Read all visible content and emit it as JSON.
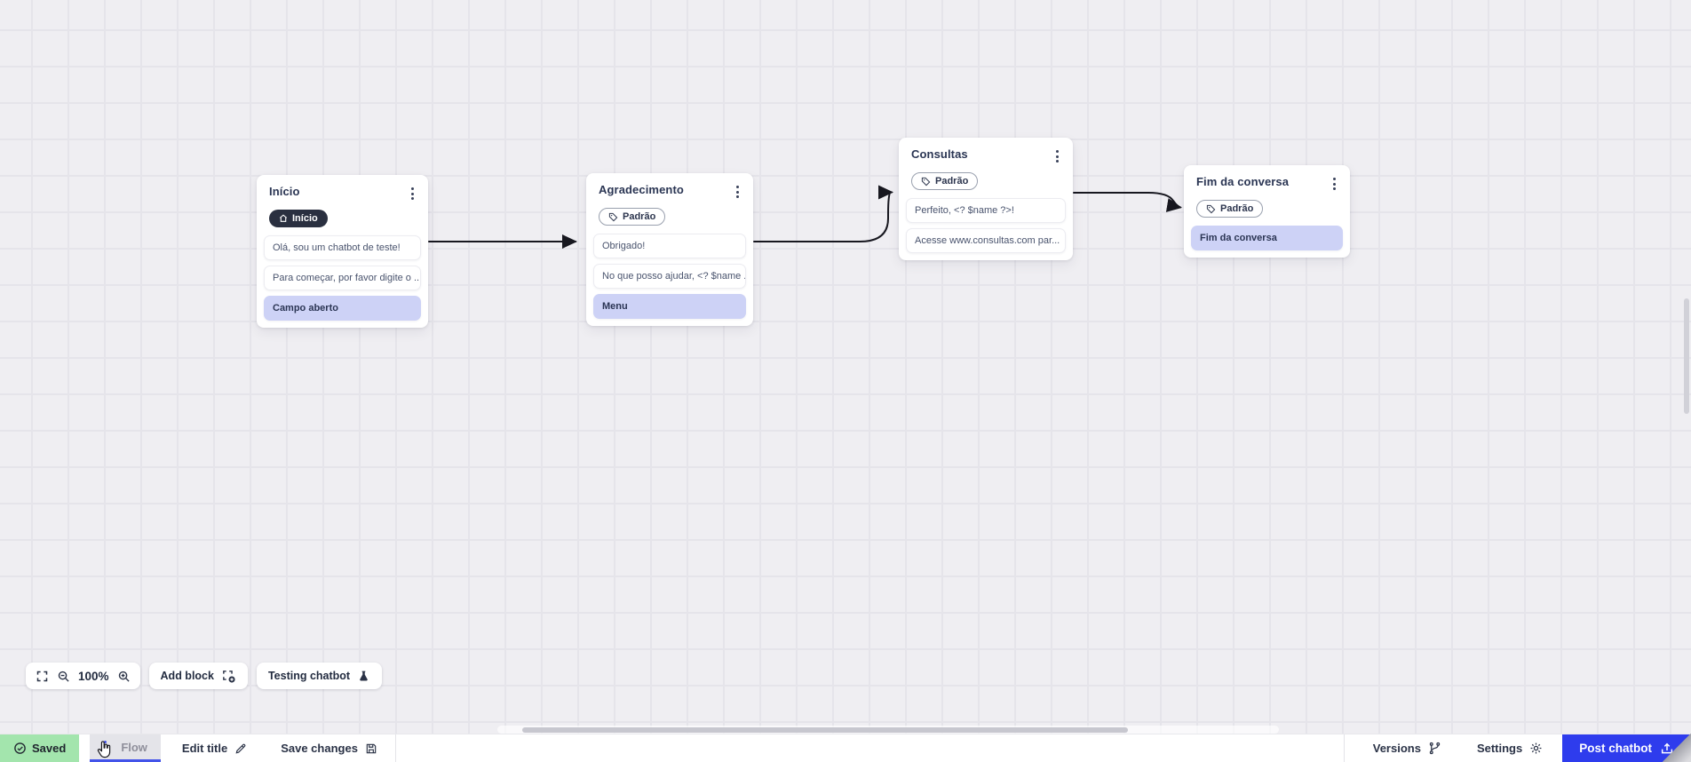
{
  "canvas": {
    "zoom_level": "100%",
    "add_block_label": "Add block",
    "testing_chatbot_label": "Testing chatbot"
  },
  "nodes": [
    {
      "title": "Início",
      "badge": "Início",
      "blocks": [
        "Olá, sou um chatbot de teste!",
        "Para começar, por favor digite o ...",
        "Campo aberto"
      ]
    },
    {
      "title": "Agradecimento",
      "badge": "Padrão",
      "blocks": [
        "Obrigado!",
        "No que posso ajudar, <? $name ...",
        "Menu"
      ]
    },
    {
      "title": "Consultas",
      "badge": "Padrão",
      "blocks": [
        "Perfeito, <? $name ?>!",
        "Acesse www.consultas.com par..."
      ]
    },
    {
      "title": "Fim da conversa",
      "badge": "Padrão",
      "blocks": [
        "Fim da conversa"
      ]
    }
  ],
  "statusbar": {
    "saved_label": "Saved",
    "flow_tab_label": "Flow",
    "edit_title_label": "Edit title",
    "save_changes_label": "Save changes",
    "versions_label": "Versions",
    "settings_label": "Settings",
    "post_chatbot_label": "Post chatbot"
  },
  "colors": {
    "accent_blue": "#4353e9",
    "post_button_blue": "#2e3ced",
    "saved_green": "#a3e5ad",
    "input_block_purple": "#cdd2f6",
    "start_badge_dark": "#2a3040",
    "arrow_black": "#17171f",
    "canvas_grey": "#efeef2"
  }
}
